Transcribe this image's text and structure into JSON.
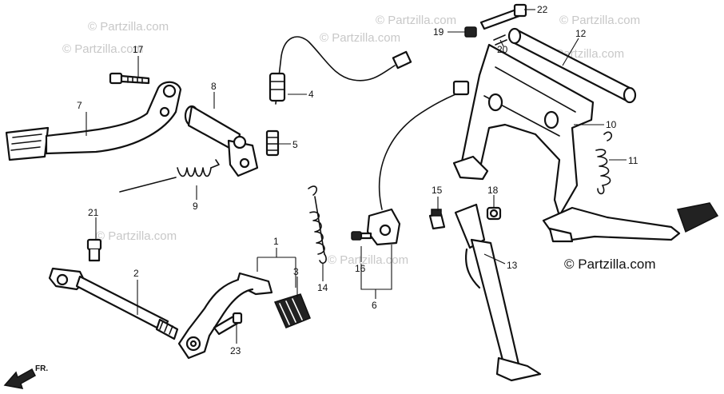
{
  "watermark": "© Partzilla.com",
  "credit": "© Partzilla.com",
  "direction_label": "FR.",
  "callouts": {
    "c1": "1",
    "c2": "2",
    "c3": "3",
    "c4": "4",
    "c5": "5",
    "c6": "6",
    "c7": "7",
    "c8": "8",
    "c9": "9",
    "c10": "10",
    "c11": "11",
    "c12": "12",
    "c13": "13",
    "c14": "14",
    "c15": "15",
    "c16": "16",
    "c17": "17",
    "c18": "18",
    "c19": "19",
    "c20": "20",
    "c21": "21",
    "c22": "22",
    "c23": "23"
  }
}
